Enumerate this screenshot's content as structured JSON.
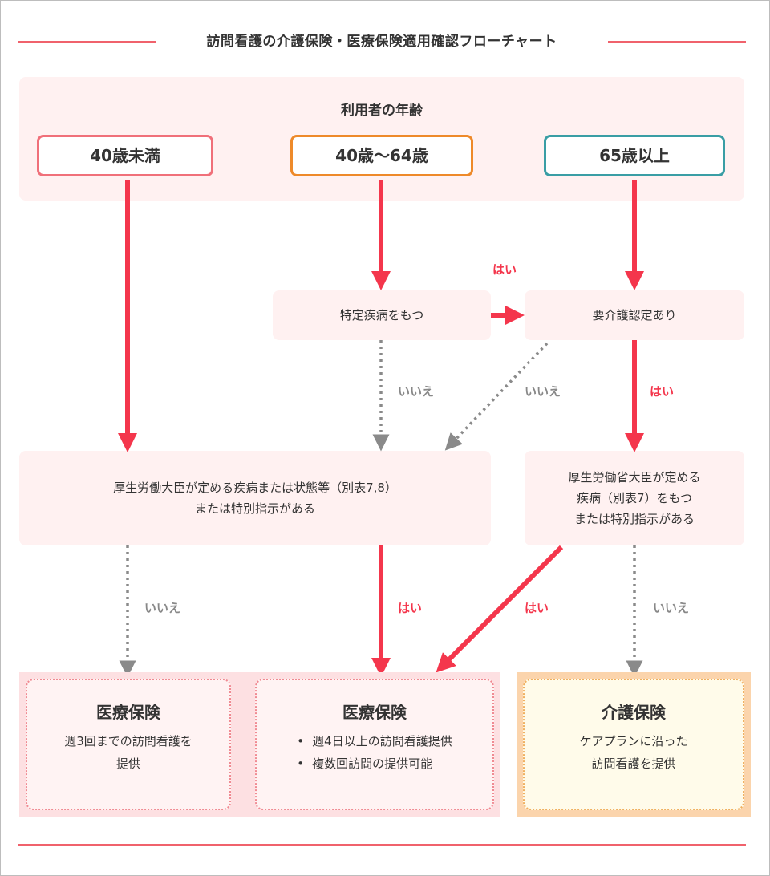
{
  "title": "訪問看護の介護保険・医療保険適用確認フローチャート",
  "age_section": {
    "heading": "利用者の年齢",
    "groups": [
      "40歳未満",
      "40歳〜64歳",
      "65歳以上"
    ]
  },
  "nodes": {
    "specific_disease": "特定疾病をもつ",
    "care_certified": "要介護認定あり",
    "mhlw_condition": [
      "厚生労働大臣が定める疾病または状態等（別表7,8）",
      "または特別指示がある"
    ],
    "mhlw_disease": [
      "厚生労働省大臣が定める",
      "疾病（別表7）をもつ",
      "または特別指示がある"
    ]
  },
  "labels": {
    "yes": "はい",
    "no": "いいえ"
  },
  "results": {
    "medical_1": {
      "title": "医療保険",
      "desc": [
        "週3回までの訪問看護を",
        "提供"
      ]
    },
    "medical_2": {
      "title": "医療保険",
      "items": [
        "週4日以上の訪問看護提供",
        "複数回訪問の提供可能"
      ]
    },
    "care": {
      "title": "介護保険",
      "desc": [
        "ケアプランに沿った",
        "訪問看護を提供"
      ]
    }
  },
  "colors": {
    "accent": "#f4364c",
    "under40": "#f0707a",
    "age40to64": "#ee8a2a",
    "age65plus": "#3a9ea5",
    "gray_arrow": "#8a8a8a",
    "panel": "#fff1f1",
    "medical_bg": "#fde0e2",
    "care_bg": "#fbd4ac"
  }
}
